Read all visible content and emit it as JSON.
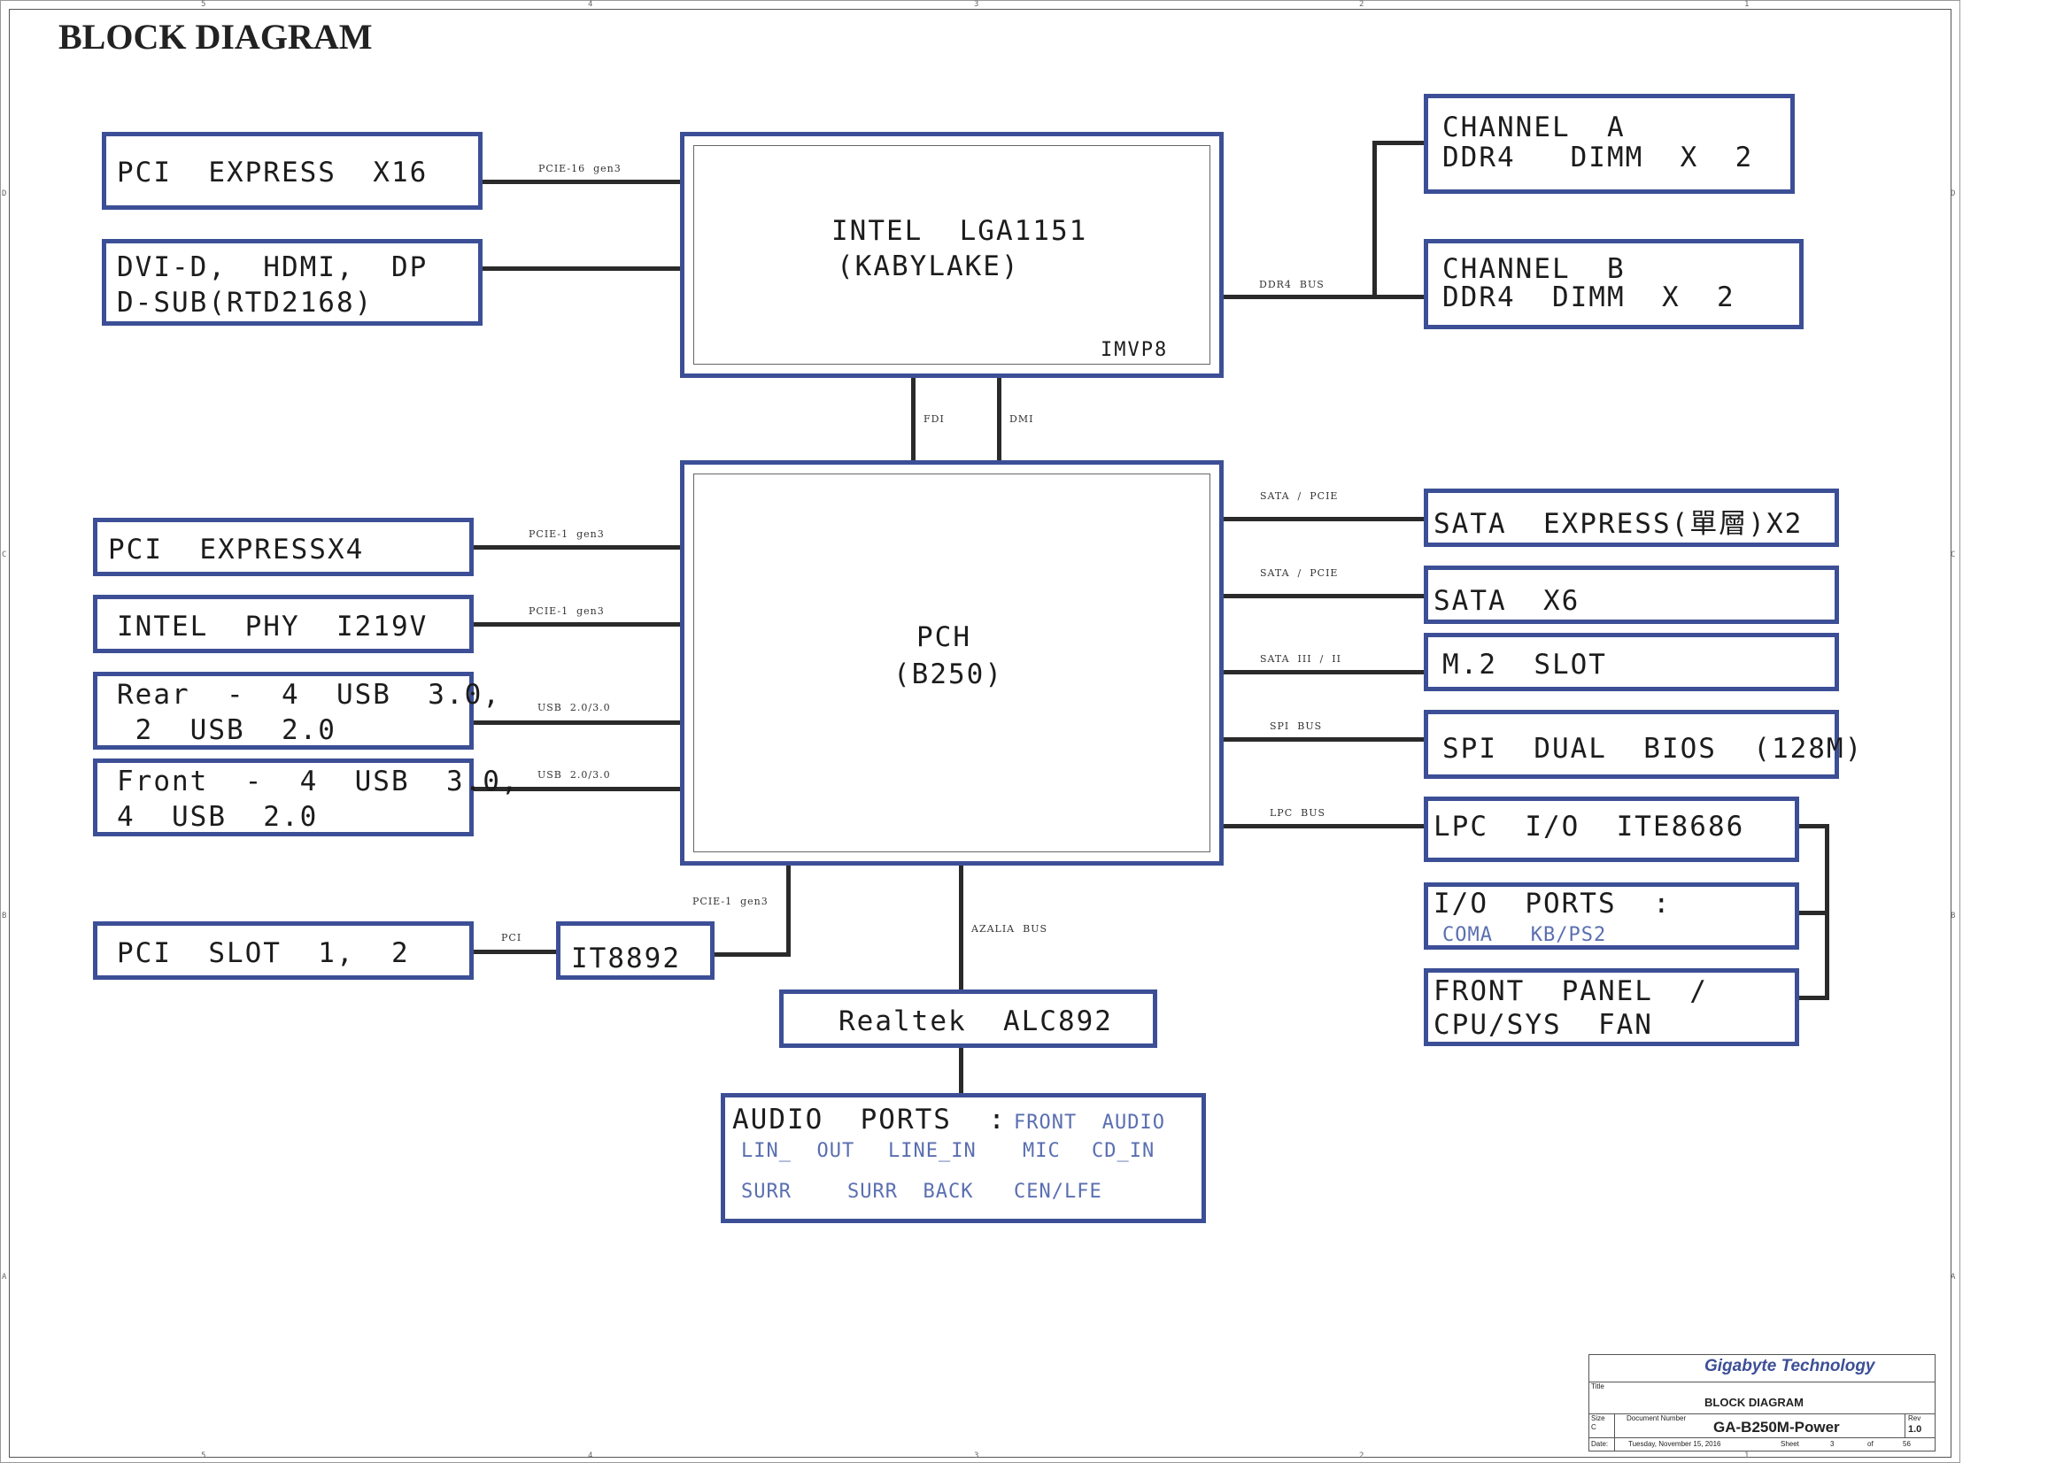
{
  "title": "BLOCK DIAGRAM",
  "blocks": {
    "pcie_x16": "PCI  EXPRESS  X16",
    "dvi": [
      "DVI-D,  HDMI,  DP",
      "D-SUB(RTD2168)"
    ],
    "cpu": [
      "INTEL  LGA1151",
      "(KABYLAKE)"
    ],
    "cpu_vr": "IMVP8",
    "chan_a": [
      "CHANNEL  A",
      "DDR4   DIMM  X  2"
    ],
    "chan_b": [
      "CHANNEL  B",
      "DDR4  DIMM  X  2"
    ],
    "pch": [
      "PCH",
      "(B250)"
    ],
    "pcie_x4": "PCI  EXPRESSX4",
    "phy": "INTEL  PHY  I219V",
    "rear_usb": [
      "Rear  -  4  USB  3.0,",
      " 2  USB  2.0"
    ],
    "front_usb": [
      "Front  -  4  USB  3.0,",
      "4  USB  2.0"
    ],
    "pci_slot": "PCI  SLOT  1,  2",
    "it8892": "IT8892",
    "alc": "Realtek  ALC892",
    "audio_title": "AUDIO  PORTS  :",
    "audio_ports": [
      "FRONT  AUDIO",
      "LIN_  OUT",
      "LINE_IN",
      "MIC",
      "CD_IN",
      "SURR",
      "SURR  BACK",
      "CEN/LFE"
    ],
    "sata_express": "SATA  EXPRESS(單層)X2",
    "sata_x6": "SATA  X6",
    "m2": "M.2  SLOT",
    "spi": "SPI  DUAL  BIOS  (128M)",
    "lpc": "LPC  I/O  ITE8686",
    "io_ports": "I/O  PORTS  :",
    "io_sub": "COMA   KB/PS2",
    "front_panel": [
      "FRONT  PANEL  /",
      "CPU/SYS  FAN"
    ]
  },
  "bus_labels": {
    "pcie16": "PCIE-16  gen3",
    "ddr4": "DDR4  BUS",
    "fdi": "FDI",
    "dmi": "DMI",
    "pcie1a": "PCIE-1  gen3",
    "pcie1b": "PCIE-1  gen3",
    "usb_rear": "USB  2.0/3.0",
    "usb_front": "USB  2.0/3.0",
    "pcie1c": "PCIE-1  gen3",
    "pci": "PCI",
    "azalia": "AZALIA  BUS",
    "sata_pcie_1": "SATA  /  PCIE",
    "sata_pcie_2": "SATA  /  PCIE",
    "sata3": "SATA  III  /  II",
    "spi": "SPI  BUS",
    "lpc": "LPC  BUS"
  },
  "title_block": {
    "company": "Gigabyte Technology",
    "title_caption": "Title",
    "title": "BLOCK DIAGRAM",
    "size_caption": "Size",
    "size": "C",
    "docnum_caption": "Document Number",
    "docnum": "GA-B250M-Power",
    "rev_caption": "Rev",
    "rev": "1.0",
    "date_caption": "Date:",
    "date": "Tuesday, November 15, 2016",
    "sheet_caption": "Sheet",
    "sheet": "3",
    "of_caption": "of",
    "total": "56"
  },
  "border_ticks": {
    "top": [
      "5",
      "4",
      "3",
      "2",
      "1"
    ],
    "side": [
      "D",
      "C",
      "B",
      "A"
    ]
  },
  "colors": {
    "block_border": "#3c4f96",
    "sub_text": "#5a6fb0",
    "wire": "#2a2a2a",
    "company": "#3c4f96"
  }
}
